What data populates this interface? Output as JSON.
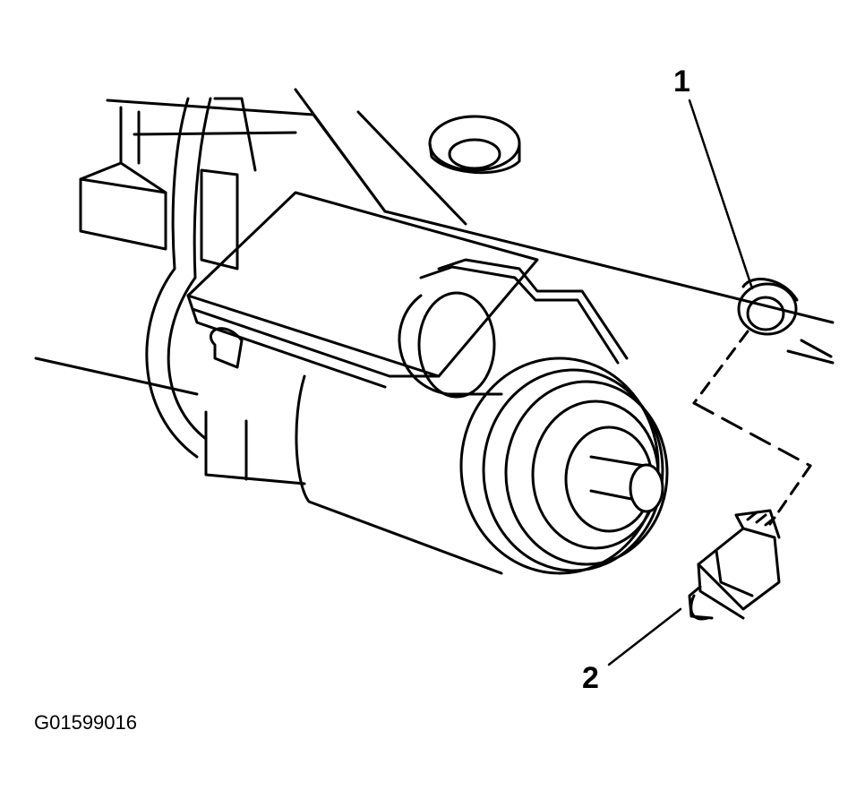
{
  "diagram": {
    "callouts": [
      {
        "id": "1",
        "label": "1"
      },
      {
        "id": "2",
        "label": "2"
      }
    ],
    "figure_code": "G01599016",
    "colors": {
      "ink": "#000000",
      "paper": "#ffffff"
    }
  }
}
